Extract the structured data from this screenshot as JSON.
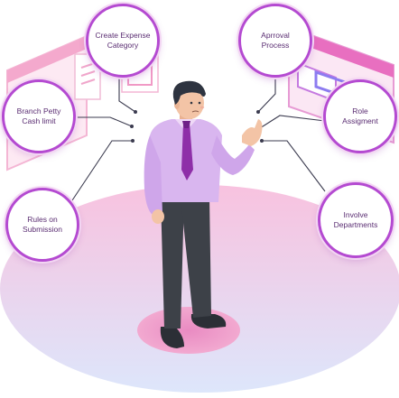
{
  "nodes": [
    {
      "id": "create-expense-category",
      "label": "Create Expense\nCategory"
    },
    {
      "id": "approval-process",
      "label": "Aprroval\nProcess"
    },
    {
      "id": "branch-petty-cash-limit",
      "label": "Branch Petty\nCash limit"
    },
    {
      "id": "role-assignment",
      "label": "Role\nAssigment"
    },
    {
      "id": "rules-on-submission",
      "label": "Rules on\nSubmission"
    },
    {
      "id": "involve-departments",
      "label": "Involve\nDepartments"
    }
  ],
  "colors": {
    "bubble_border": "#b44ad1",
    "connector": "#3b3b4f",
    "floor_top": "#f7c6e1",
    "floor_bottom": "#dfe6fb",
    "shirt": "#d9b6ef",
    "tie": "#8e2fa8",
    "trousers": "#3d4148",
    "hair": "#2e3440",
    "skin": "#f3c4a6"
  }
}
